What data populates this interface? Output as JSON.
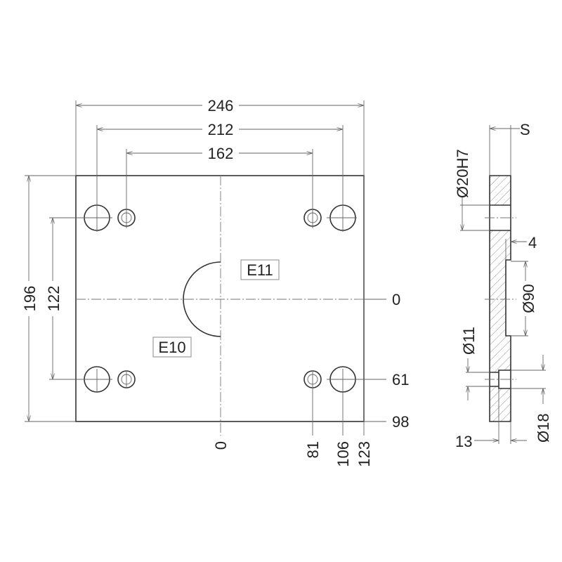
{
  "front_view": {
    "dims_top": {
      "overall": "246",
      "outer_holes": "212",
      "inner_holes": "162"
    },
    "dims_left": {
      "height": "196",
      "hole_spacing": "122"
    },
    "dims_right": {
      "center": "0",
      "hole_row": "61",
      "edge": "98"
    },
    "dims_bottom": {
      "center": "0",
      "inner_hole": "81",
      "outer_hole": "106",
      "edge": "123"
    },
    "labels": {
      "upper": "E11",
      "lower": "E10"
    }
  },
  "side_view": {
    "thickness": "S",
    "bore": "Ø20H7",
    "recess_depth": "4",
    "recess_dia": "Ø90",
    "through_hole": "Ø11",
    "counterbore": "Ø18",
    "counterbore_depth": "13"
  }
}
